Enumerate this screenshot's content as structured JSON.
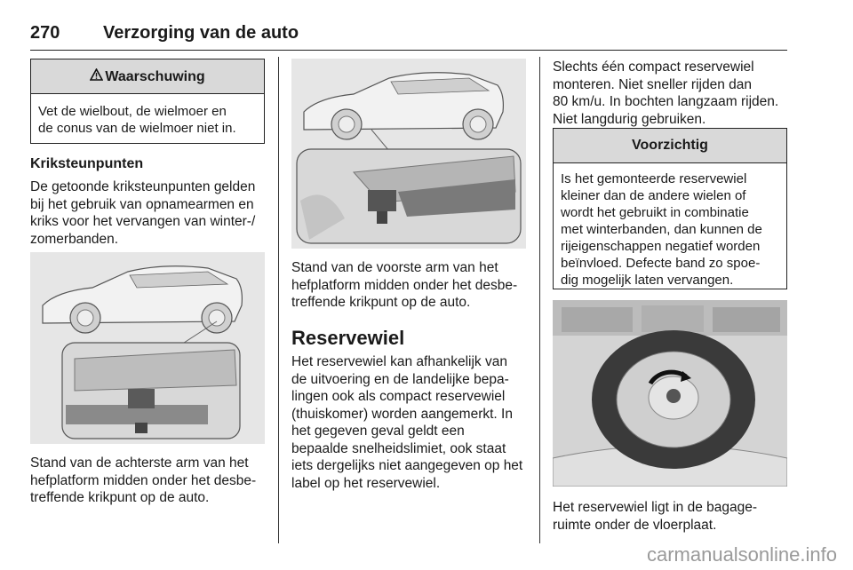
{
  "header": {
    "page_number": "270",
    "title": "Verzorging van de auto"
  },
  "warning": {
    "title": "Waarschuwing",
    "icon": "warning-triangle-icon",
    "line1": "Vet de wielbout, de wielmoer en",
    "line2": "de conus van de wielmoer niet in."
  },
  "section_krik": {
    "heading": "Kriksteunpunten",
    "lines": [
      "De getoonde kriksteunpunten gelden",
      "bij het gebruik van opnamearmen en",
      "kriks voor het vervangen van winter-/",
      "zomerbanden."
    ]
  },
  "caption_rear": {
    "lines": [
      "Stand van de achterste arm van het",
      "hefplatform midden onder het desbe-",
      "treffende krikpunt op de auto."
    ]
  },
  "caption_front": {
    "lines": [
      "Stand van de voorste arm van het",
      "hefplatform midden onder het desbe-",
      "treffende krikpunt op de auto."
    ]
  },
  "section_reserve": {
    "heading": "Reservewiel",
    "lines": [
      "Het reservewiel kan afhankelijk van",
      "de uitvoering en de landelijke bepa-",
      "lingen ook als compact reservewiel",
      "(thuiskomer) worden aangemerkt. In",
      "het gegeven geval geldt een",
      "bepaalde snelheidslimiet, ook staat",
      "iets dergelijks niet aangegeven op het",
      "label op het reservewiel."
    ]
  },
  "col3_intro": {
    "lines": [
      "Slechts één compact reservewiel",
      "monteren. Niet sneller rijden dan",
      "80 km/u. In bochten langzaam rijden.",
      "Niet langdurig gebruiken."
    ]
  },
  "caution": {
    "title": "Voorzichtig",
    "lines": [
      "Is het gemonteerde reservewiel",
      "kleiner dan de andere wielen of",
      "wordt het gebruikt in combinatie",
      "met winterbanden, dan kunnen de",
      "rijeigenschappen negatief worden",
      "beïnvloed. Defecte band zo spoe-",
      "dig mogelijk laten vervangen."
    ]
  },
  "caption_spare": {
    "lines": [
      "Het reservewiel ligt in de bagage-",
      "ruimte onder de vloerplaat."
    ]
  },
  "watermark": "carmanualsonline.info"
}
